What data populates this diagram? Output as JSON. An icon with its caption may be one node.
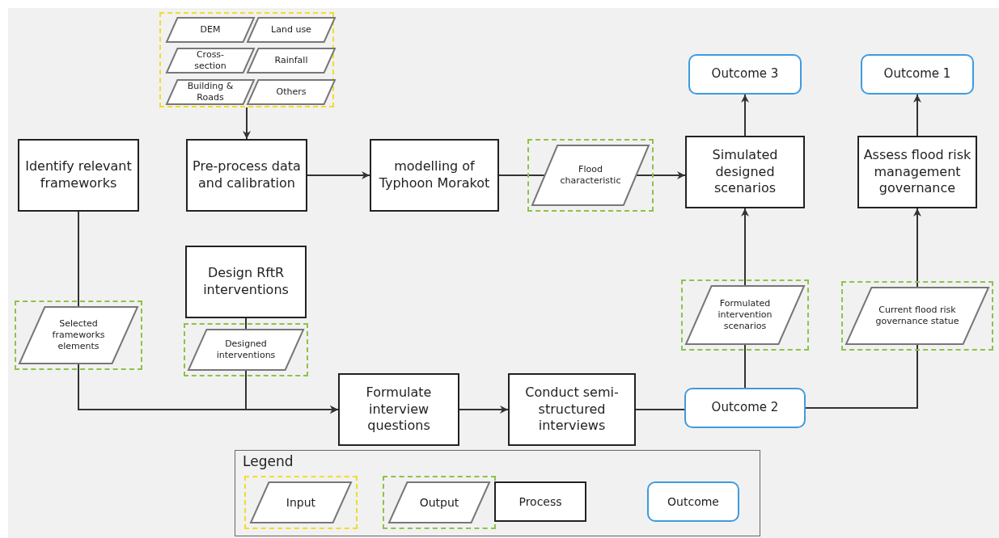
{
  "diagram": {
    "nodes": [
      {
        "text": [],
        "shape": "box"
      },
      {
        "text": [
          "DEM"
        ],
        "in": 0
      },
      {
        "text": [
          "Land use"
        ],
        "in": 0
      },
      {
        "text": [
          "Cross-section"
        ],
        "in": 0
      },
      {
        "text": [
          "Rainfall"
        ],
        "in": 0
      },
      {
        "text": [
          "Building & Roads"
        ],
        "in": 0
      },
      {
        "text": [
          "Others"
        ],
        "in": 0
      },
      {
        "text": [
          "Identify relevant frameworks"
        ]
      },
      {
        "text": [
          "Pre-process data and calibration"
        ]
      },
      {
        "text": [
          "modelling of Typhoon Morakot"
        ]
      },
      {
        "text": [
          "Flood characteristic"
        ]
      },
      {
        "text": [
          "Simulated designed scenarios"
        ]
      },
      {
        "text": [
          "Assess flood risk management governance"
        ]
      },
      {
        "text": [
          "Outcome 3"
        ]
      },
      {
        "text": [
          "Outcome 1"
        ]
      },
      {
        "text": [
          "Design RftR interventions"
        ]
      },
      {
        "text": [
          "Selected frameworks elements"
        ]
      },
      {
        "text": [
          "Designed interventions"
        ]
      },
      {
        "text": [
          "Formulated intervention scenarios"
        ]
      },
      {
        "text": [
          "Current flood risk governance statue"
        ]
      },
      {
        "text": [
          "Formulate interview questions"
        ]
      },
      {
        "text": [
          "Conduct semi-structured interviews"
        ]
      },
      {
        "text": [
          "Outcome 2"
        ]
      }
    ],
    "edges": [
      {
        "from": 0,
        "to": 8,
        "arrow": "to"
      },
      {
        "from": 8,
        "to": 9,
        "arrow": "to"
      },
      {
        "from": 9,
        "to": 10,
        "arrow": "none"
      },
      {
        "from": 10,
        "to": 11,
        "arrow": "to"
      },
      {
        "from": 11,
        "to": 13,
        "arrow": "to"
      },
      {
        "from": 12,
        "to": 14,
        "arrow": "to"
      },
      {
        "from": 7,
        "to": 16,
        "arrow": "none"
      },
      {
        "from": 16,
        "to": 20,
        "arrow": "to"
      },
      {
        "from": 15,
        "to": 17,
        "arrow": "none"
      },
      {
        "from": 17,
        "to": 20,
        "arrow": "to"
      },
      {
        "from": 20,
        "to": 21,
        "arrow": "to"
      },
      {
        "from": 21,
        "to": 22,
        "arrow": "none"
      },
      {
        "from": 22,
        "to": 18,
        "arrow": "none"
      },
      {
        "from": 18,
        "to": 11,
        "arrow": "to"
      },
      {
        "from": 22,
        "to": 19,
        "arrow": "none"
      },
      {
        "from": 19,
        "to": 12,
        "arrow": "to"
      }
    ],
    "labels": [
      "Legend"
    ],
    "legend": [
      {
        "text": "Input"
      },
      {
        "text": "Output"
      },
      {
        "text": "Process"
      },
      {
        "text": "Outcome"
      }
    ]
  }
}
